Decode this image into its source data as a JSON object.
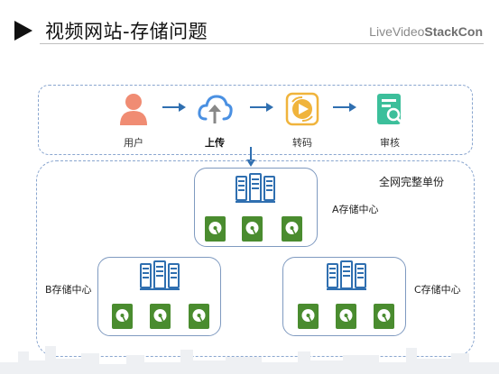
{
  "header": {
    "title": "视频网站-存储问题",
    "brand_part1": "LiveVideo",
    "brand_part2": "StackCon"
  },
  "flow": {
    "steps": [
      {
        "label": "用户",
        "icon": "user-icon",
        "bold": false
      },
      {
        "label": "上传",
        "icon": "cloud-upload-icon",
        "bold": true
      },
      {
        "label": "转码",
        "icon": "transcode-icon",
        "bold": false
      },
      {
        "label": "审核",
        "icon": "review-icon",
        "bold": false
      }
    ]
  },
  "storage": {
    "backup_label": "全网完整单份",
    "centers": [
      {
        "label": "A存储中心"
      },
      {
        "label": "B存储中心"
      },
      {
        "label": "C存储中心"
      }
    ]
  },
  "colors": {
    "user": "#f08c73",
    "cloud": "#4a90e2",
    "transcode": "#f0b43c",
    "review": "#3cbf9b",
    "server": "#2f6fb0",
    "drive": "#4a8c2f",
    "dashed_border": "#8aa6cf"
  }
}
